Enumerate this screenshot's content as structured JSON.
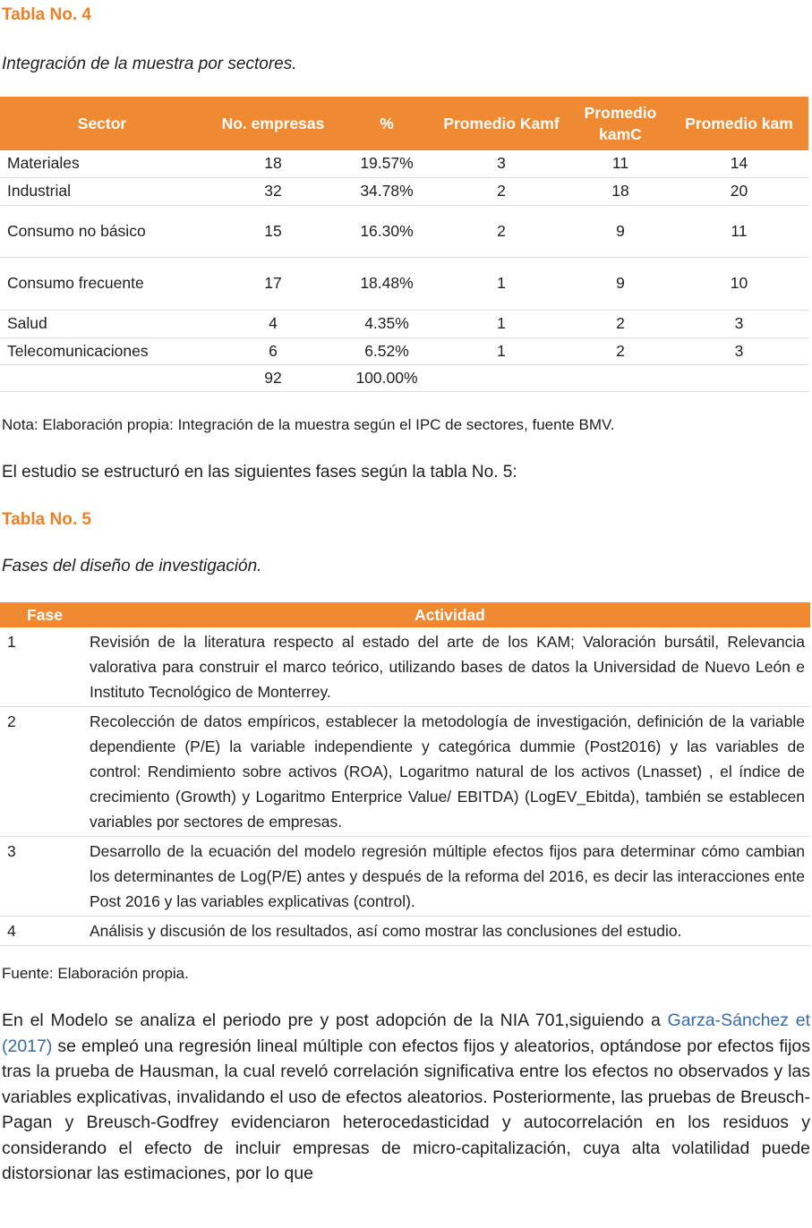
{
  "table4": {
    "label": "Tabla No. 4",
    "caption": "Integración de la muestra por sectores.",
    "headers": [
      "Sector",
      "No. empresas",
      "%",
      "Promedio Kamf",
      "Promedio kamC",
      "Promedio kam"
    ],
    "rows": [
      [
        "Materiales",
        "18",
        "19.57%",
        "3",
        "11",
        "14"
      ],
      [
        "Industrial",
        "32",
        "34.78%",
        "2",
        "18",
        "20"
      ],
      [
        "Consumo no básico",
        "15",
        "16.30%",
        "2",
        "9",
        "11"
      ],
      [
        "Consumo frecuente",
        "17",
        "18.48%",
        "1",
        "9",
        "10"
      ],
      [
        "Salud",
        "4",
        "4.35%",
        "1",
        "2",
        "3"
      ],
      [
        "Telecomunicaciones",
        "6",
        "6.52%",
        "1",
        "2",
        "3"
      ],
      [
        "",
        "92",
        "100.00%",
        "",
        "",
        ""
      ]
    ],
    "note": "Nota: Elaboración propia: Integración de la muestra según el IPC de sectores, fuente BMV."
  },
  "lead_sentence": "El estudio se estructuró en las siguientes fases según la tabla No. 5:",
  "table5": {
    "label": "Tabla No. 5",
    "caption": "Fases del diseño de investigación.",
    "headers": [
      "Fase",
      "Actividad"
    ],
    "rows": [
      [
        "1",
        "Revisión de la literatura respecto al estado del arte de los KAM; Valoración bursátil, Relevancia valorativa para construir el marco teórico, utilizando bases de datos la Universidad de Nuevo León e Instituto Tecnológico de Monterrey."
      ],
      [
        "2",
        "Recolección de datos empíricos, establecer la metodología de investigación, definición de la variable dependiente (P/E) la variable independiente y categórica dummie (Post2016) y las variables de control: Rendimiento sobre activos (ROA), Logaritmo natural de los activos (Lnasset) , el índice de crecimiento (Growth) y Logaritmo Enterprice Value/ EBITDA) (LogEV_Ebitda), también se establecen variables por sectores de empresas."
      ],
      [
        "3",
        "Desarrollo de la ecuación del modelo regresión múltiple efectos fijos para determinar cómo cambian los determinantes de Log(P/E) antes y después de la reforma del 2016, es decir las interacciones ente Post 2016 y las variables explicativas (control)."
      ],
      [
        "4",
        "Análisis y discusión de los resultados, así como mostrar las conclusiones del estudio."
      ]
    ],
    "source": "Fuente: Elaboración propia."
  },
  "paragraph": {
    "before_link": "En el Modelo se analiza el periodo pre y post adopción de la NIA 701,siguiendo a ",
    "link": "Garza-Sánchez et (2017)",
    "after_link": " se empleó una regresión lineal múltiple con efectos fijos y aleatorios, optándose por efectos fijos tras la prueba de Hausman, la cual reveló correlación significativa entre los efectos no observados y las variables explicativas, invalidando el uso de efectos aleatorios. Posteriormente, las pruebas de Breusch-Pagan y Breusch-Godfrey evidenciaron heterocedasticidad y autocorrelación en los residuos y considerando el efecto de incluir empresas de micro-capitalización, cuya alta volatilidad puede distorsionar las estimaciones,  por lo que"
  },
  "colors": {
    "accent": "#f08a32",
    "label": "#e8822a",
    "link": "#3a6aa5"
  }
}
